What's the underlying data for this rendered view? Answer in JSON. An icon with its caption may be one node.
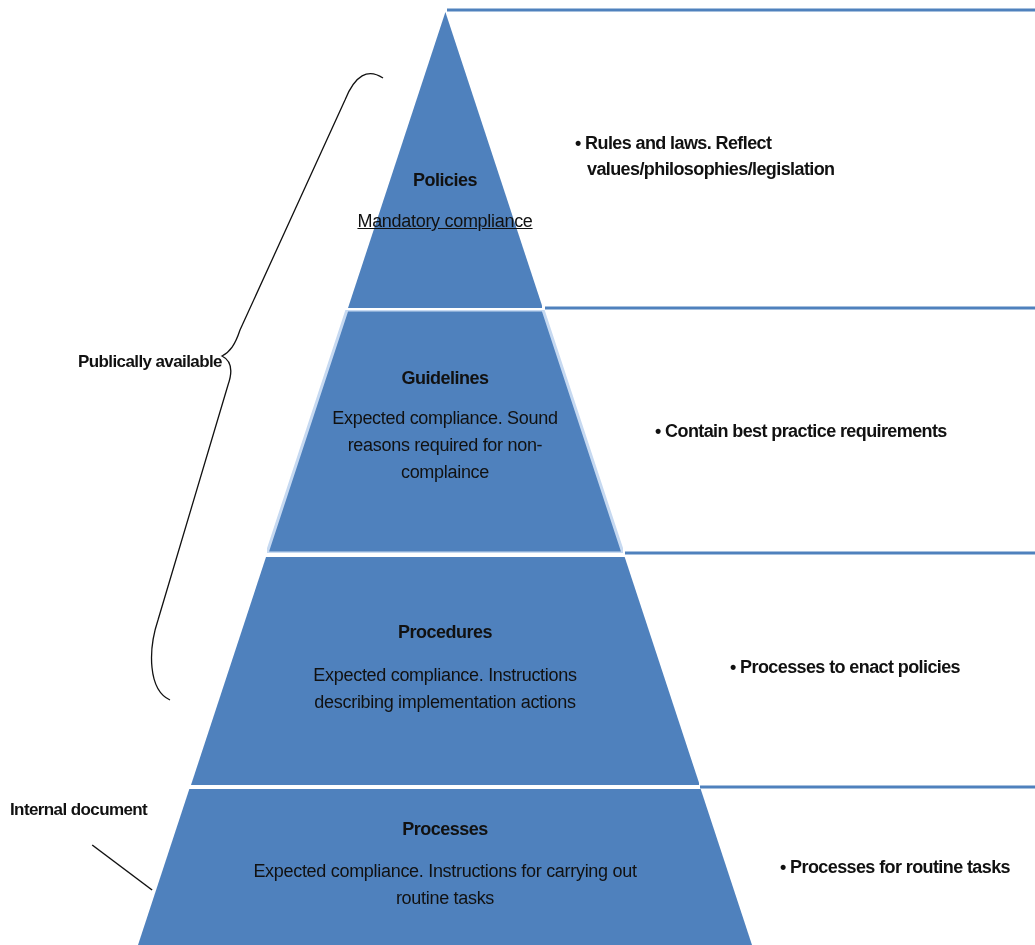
{
  "diagram": {
    "nodes": [
      {
        "text": [
          "Policies",
          "Mandatory compliance"
        ],
        "beside": [
          "• Rules and laws. Reflect values/philosophies/legislation"
        ]
      },
      {
        "text": [
          "Guidelines",
          "Expected compliance. Sound reasons required for non-complaince"
        ],
        "beside": [
          "• Contain best practice requirements"
        ]
      },
      {
        "text": [
          "Procedures",
          "Expected compliance. Instructions describing implementation actions"
        ],
        "beside": [
          "• Processes to enact policies"
        ]
      },
      {
        "text": [
          "Processes",
          "Expected compliance. Instructions for carrying out routine tasks"
        ],
        "beside": [
          "• Processes for routine tasks"
        ]
      },
      {
        "text": [
          "Internal document"
        ]
      }
    ],
    "edges": [
      {
        "from": 4,
        "to": 3,
        "arrow": "none"
      }
    ],
    "labels": [
      "Publically available"
    ]
  }
}
